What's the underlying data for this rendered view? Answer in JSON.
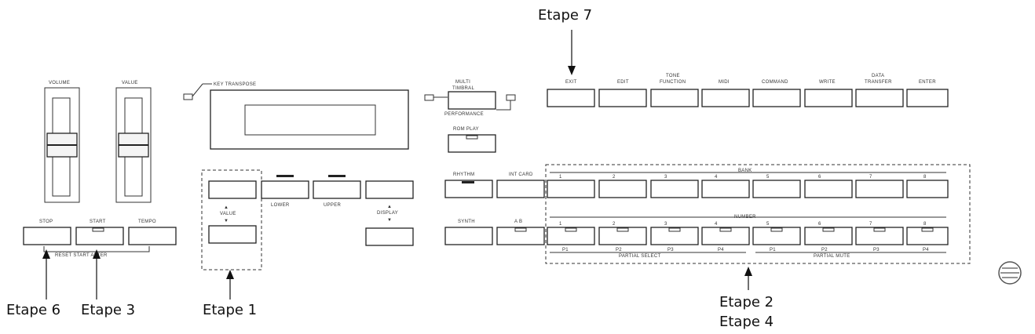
{
  "callouts": {
    "etape1": "Etape 1",
    "etape2": "Etape 2",
    "etape3": "Etape 3",
    "etape4": "Etape 4",
    "etape6": "Etape 6",
    "etape7": "Etape 7"
  }
}
